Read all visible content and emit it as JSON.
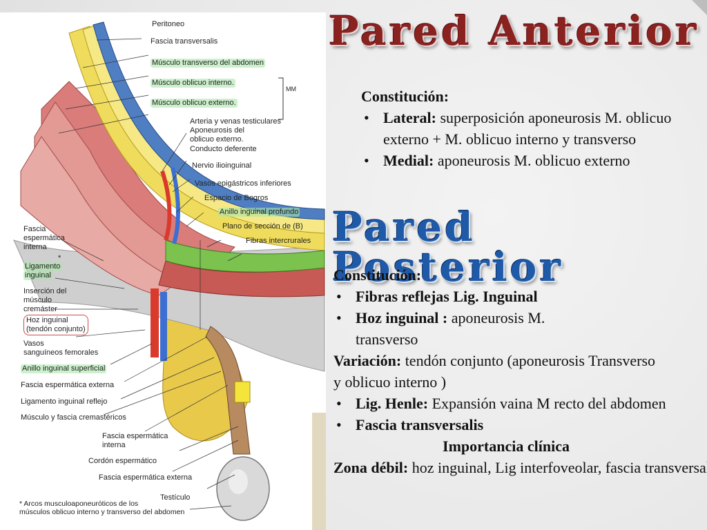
{
  "anterior": {
    "title": "Pared Anterior",
    "heading": "Constitución:",
    "items": [
      {
        "bold": "Lateral:",
        "text": " superposición aponeurosis M. oblicuo externo + M. oblicuo interno y transverso"
      },
      {
        "bold": "Medial:",
        "text": " aponeurosis M. oblicuo externo"
      }
    ]
  },
  "posterior": {
    "title": "Pared Posterior",
    "heading": "Constitución:",
    "items": [
      {
        "bold": "Fibras reflejas Lig. Inguinal",
        "text": ""
      },
      {
        "bold": "Hoz inguinal :",
        "text": " aponeurosis M. transverso"
      }
    ],
    "variation_bold": "Variación:",
    "variation_text": " tendón conjunto (aponeurosis Transverso y oblicuo interno )",
    "items2": [
      {
        "bold": "Lig. Henle:",
        "text": " Expansión vaina M recto del abdomen"
      },
      {
        "bold": "Fascia transversalis",
        "text": ""
      }
    ],
    "clinical_heading": "Importancia clínica",
    "weak_bold": "Zona débil:",
    "weak_text": " hoz inguinal, Lig interfoveolar, fascia transversalis"
  },
  "figure": {
    "labels": {
      "peritoneo": "Peritoneo",
      "fascia_transversalis": "Fascia transversalis",
      "musculo_transverso": "Músculo transverso del abdomen",
      "musculo_oblicuo_interno": "Músculo oblicuo interno.",
      "musculo_oblicuo_externo": "Músculo oblicuo externo.",
      "arteria_venas": "Arteria y venas testiculares",
      "aponeurosis_ext_1": "Aponeurosis del",
      "aponeurosis_ext_2": "oblicuo externo.",
      "conducto_deferente": "Conducto deferente",
      "nervio_ilioinguinal": "Nervio ilioinguinal",
      "vasos_epigastricos": "Vasos epigástricos inferiores",
      "espacio_bogros": "Espacio de Bogros",
      "anillo_profundo": "Anillo inguinal profundo",
      "plano_seccion": "Plano de sección de (B)",
      "fibras_intercrurales": "Fibras intercrurales",
      "fascia_esp_interna_1": "Fascia",
      "fascia_esp_interna_2": "espermática",
      "fascia_esp_interna_3": "interna",
      "ligamento_inguinal_1": "Ligamento",
      "ligamento_inguinal_2": "inguinal",
      "insercion_1": "Inserción del",
      "insercion_2": "músculo",
      "insercion_3": "cremáster",
      "hoz_inguinal_1": "Hoz inguinal",
      "hoz_inguinal_2": "(tendón conjunto)",
      "vasos_femorales_1": "Vasos",
      "vasos_femorales_2": "sanguíneos femorales",
      "anillo_superficial": "Anillo inguinal superficial",
      "fascia_esp_externa": "Fascia espermática externa",
      "lig_reflejo": "Ligamento inguinal reflejo",
      "musculo_cremasterico": "Músculo y fascia cremastéricos",
      "fascia_esp_int2_1": "Fascia espermática",
      "fascia_esp_int2_2": "interna",
      "cordon": "Cordón espermático",
      "fascia_esp_externa2": "Fascia espermática externa",
      "testiculo": "Testículo",
      "side_mark": "MM",
      "star": "*",
      "note_1": "* Arcos musculoaponeuróticos de los",
      "note_2": "músculos oblicuo interno y transverso del abdomen"
    }
  }
}
